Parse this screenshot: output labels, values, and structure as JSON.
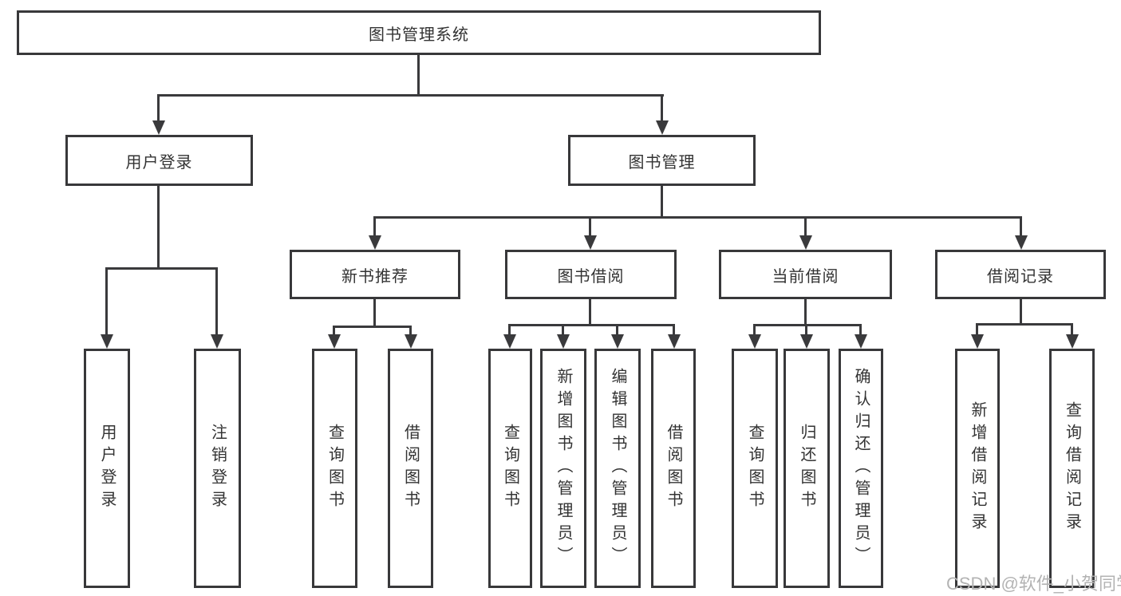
{
  "diagram": {
    "root": {
      "label": "图书管理系统"
    },
    "level1": [
      {
        "label": "用户登录"
      },
      {
        "label": "图书管理"
      }
    ],
    "level2": [
      {
        "label": "新书推荐"
      },
      {
        "label": "图书借阅"
      },
      {
        "label": "当前借阅"
      },
      {
        "label": "借阅记录"
      }
    ],
    "groups": [
      {
        "parent": "用户登录",
        "items": [
          "用户登录",
          "注销登录"
        ]
      },
      {
        "parent": "新书推荐",
        "items": [
          "查询图书",
          "借阅图书"
        ]
      },
      {
        "parent": "图书借阅",
        "items": [
          "查询图书",
          "新增图书（管理员）",
          "编辑图书（管理员）",
          "借阅图书"
        ]
      },
      {
        "parent": "当前借阅",
        "items": [
          "查询图书",
          "归还图书",
          "确认归还（管理员）"
        ]
      },
      {
        "parent": "借阅记录",
        "items": [
          "新增借阅记录",
          "查询借阅记录"
        ]
      }
    ],
    "watermark": "CSDN @软件_小贺同学",
    "colors": {
      "line": "#3a3a3c",
      "text": "#333333",
      "watermark": "#b3b3b3",
      "background": "#ffffff"
    }
  }
}
